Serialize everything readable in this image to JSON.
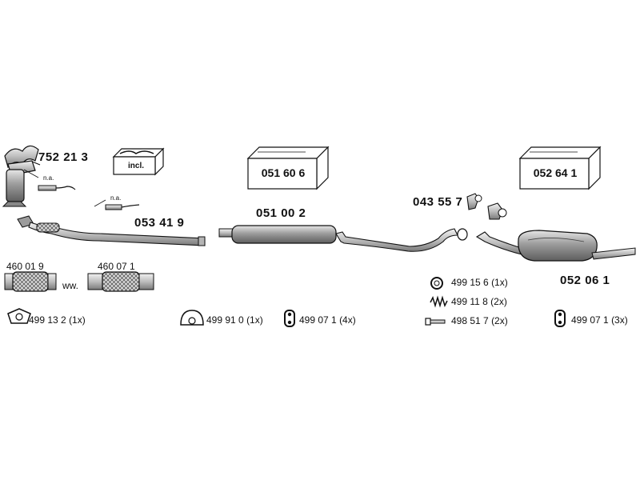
{
  "parts": {
    "catalytic_converter": "752 21 3",
    "incl_box": "incl.",
    "na_top": "n.a.",
    "na_mid": "n.a.",
    "front_pipe": "053 41 9",
    "flex_left": "460 01 9",
    "flex_right": "460 07 1",
    "ww": "ww.",
    "box_center": "051 60 6",
    "middle_silencer": "051 00 2",
    "box_right": "052 64 1",
    "bolt_pair": "043 55 7",
    "rear_silencer": "052 06 1"
  },
  "accessories": [
    {
      "code": "499 13 2",
      "qty": "(1x)"
    },
    {
      "code": "499 91 0",
      "qty": "(1x)"
    },
    {
      "code": "499 07 1",
      "qty": "(4x)"
    },
    {
      "code": "499 15 6",
      "qty": "(1x)"
    },
    {
      "code": "499 11 8",
      "qty": "(2x)"
    },
    {
      "code": "498 51 7",
      "qty": "(2x)"
    },
    {
      "code": "499 07 1",
      "qty": "(3x)"
    }
  ],
  "colors": {
    "ink": "#111111",
    "metal_light": "#d8d8d8",
    "metal_mid": "#a9a9a9",
    "metal_dark": "#6f6f6f"
  }
}
